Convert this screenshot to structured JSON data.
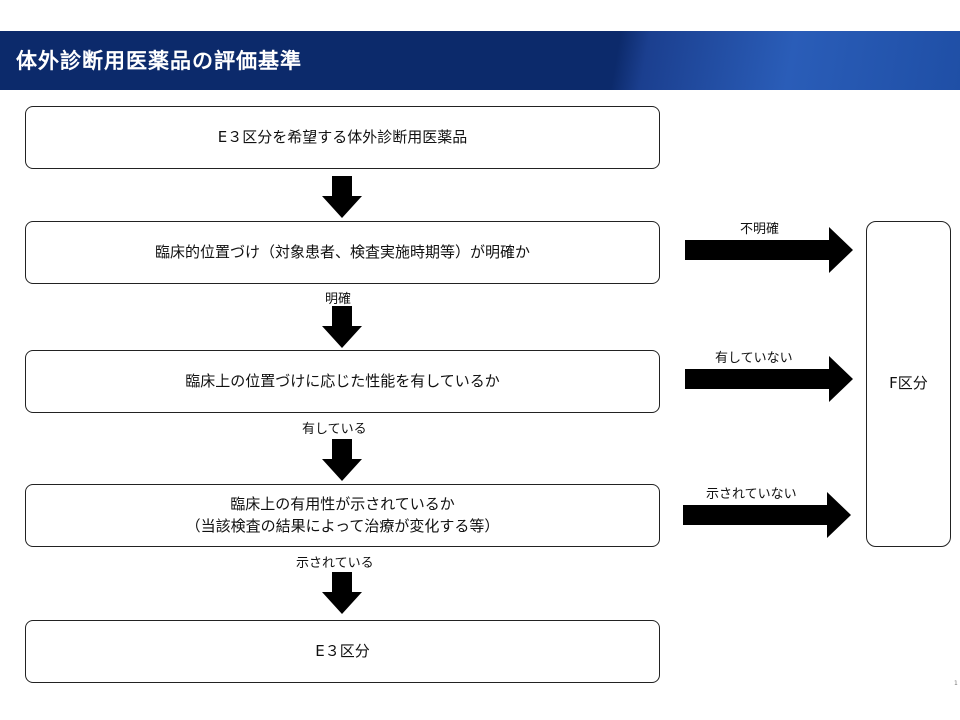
{
  "header": {
    "title": "体外診断用医薬品の評価基準"
  },
  "flow": {
    "start": "E３区分を希望する体外診断用医薬品",
    "q1": "臨床的位置づけ（対象患者、検査実施時期等）が明確か",
    "q2": "臨床上の位置づけに応じた性能を有しているか",
    "q3_line1": "臨床上の有用性が示されているか",
    "q3_line2": "（当該検査の結果によって治療が変化する等）",
    "end": "E３区分"
  },
  "labels": {
    "yes1": "明確",
    "yes2": "有している",
    "yes3": "示されている",
    "no1": "不明確",
    "no2": "有していない",
    "no3": "示されていない"
  },
  "side_box": {
    "label": "F区分"
  },
  "page_mark": "1"
}
